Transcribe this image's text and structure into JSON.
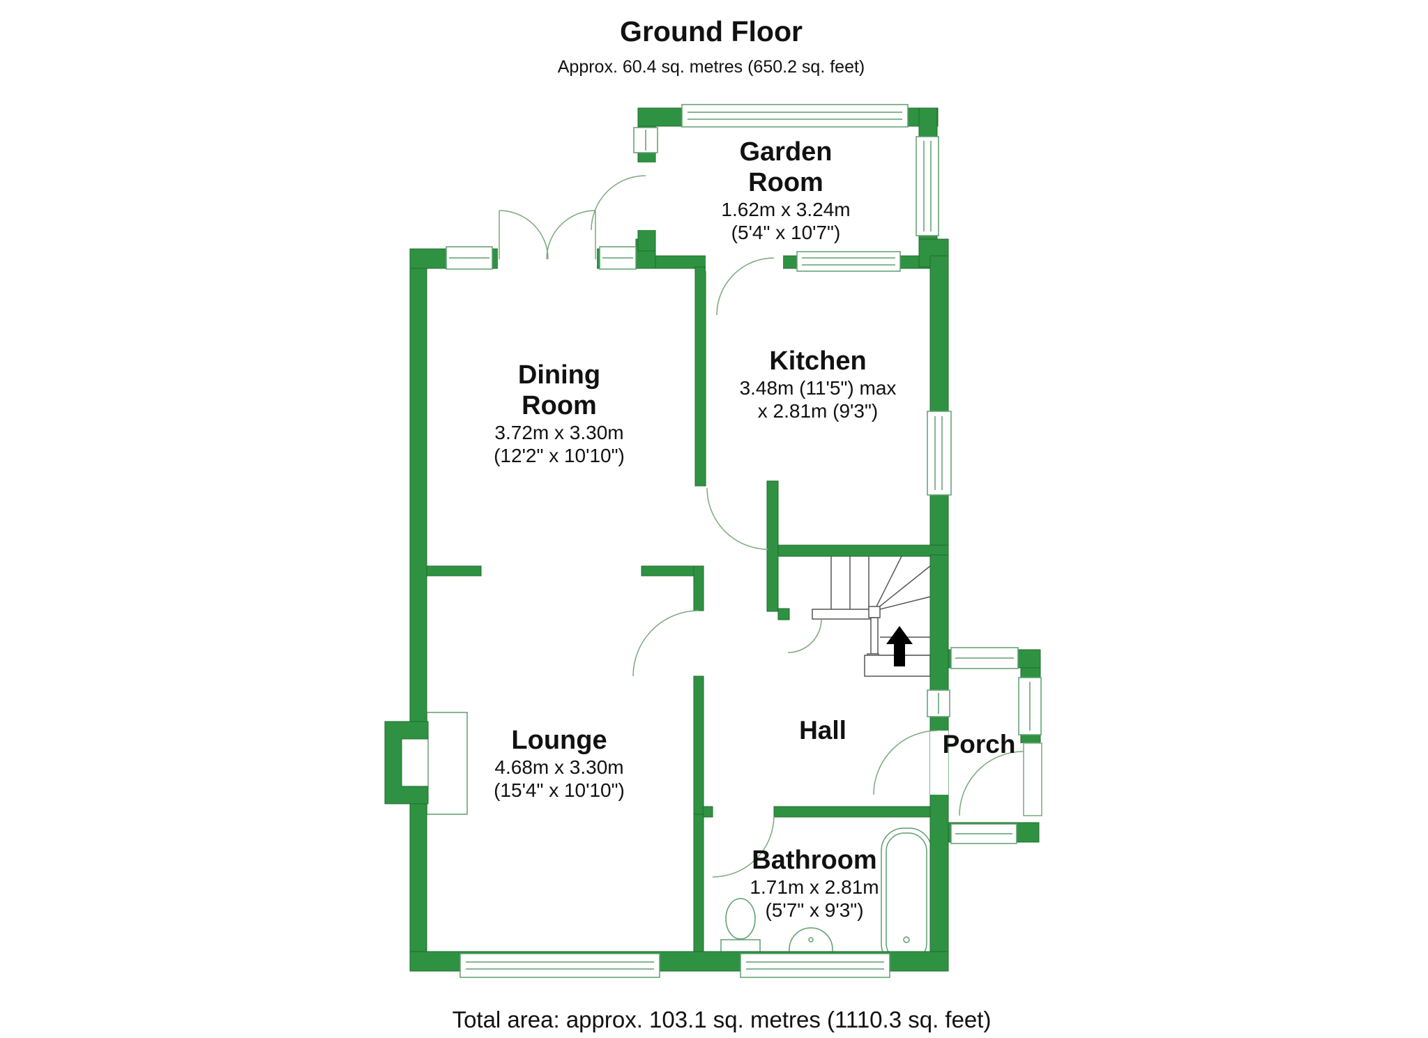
{
  "header": {
    "title": "Ground Floor",
    "subtitle": "Approx. 60.4 sq. metres (650.2 sq. feet)"
  },
  "rooms": {
    "garden": {
      "line1": "Garden",
      "line2": "Room",
      "dims1": "1.62m x 3.24m",
      "dims2": "(5'4\" x 10'7\")"
    },
    "kitchen": {
      "line1": "Kitchen",
      "dims1": "3.48m (11'5\") max",
      "dims2": "x 2.81m (9'3\")"
    },
    "dining": {
      "line1": "Dining",
      "line2": "Room",
      "dims1": "3.72m x 3.30m",
      "dims2": "(12'2\" x 10'10\")"
    },
    "lounge": {
      "line1": "Lounge",
      "dims1": "4.68m x 3.30m",
      "dims2": "(15'4\" x 10'10\")"
    },
    "hall": {
      "line1": "Hall"
    },
    "porch": {
      "line1": "Porch"
    },
    "bathroom": {
      "line1": "Bathroom",
      "dims1": "1.71m x 2.81m",
      "dims2": "(5'7\" x 9'3\")"
    }
  },
  "footer": {
    "total": "Total area: approx. 103.1 sq. metres (1110.3 sq. feet)"
  },
  "icons": {
    "up_arrow": "stairs-direction-up-arrow"
  },
  "colors": {
    "wall_green": "#2F9242",
    "wall_outline": "#1F6B2D",
    "fixture_line_green": "#5E9E6E",
    "stairs_line": "#555555",
    "text": "#111111"
  }
}
